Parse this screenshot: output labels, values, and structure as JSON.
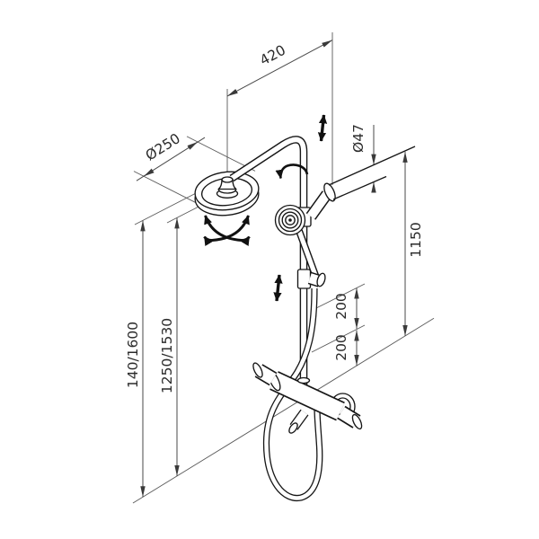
{
  "drawing": {
    "kind": "shower-column-dimension-drawing",
    "dimensions": {
      "arm_reach": "420",
      "head_diameter": "Ø250",
      "wall_bar_diameter": "Ø47",
      "mixer_to_bar_height": "1150",
      "spacing_upper": "200",
      "spacing_lower": "200",
      "overall_height_range": "140/1600",
      "column_height_range": "1250/1530"
    },
    "colors": {
      "background": "#ffffff",
      "object_line": "#161616",
      "dimension_line": "#4a4a4a",
      "text": "#2b2b2b"
    }
  }
}
